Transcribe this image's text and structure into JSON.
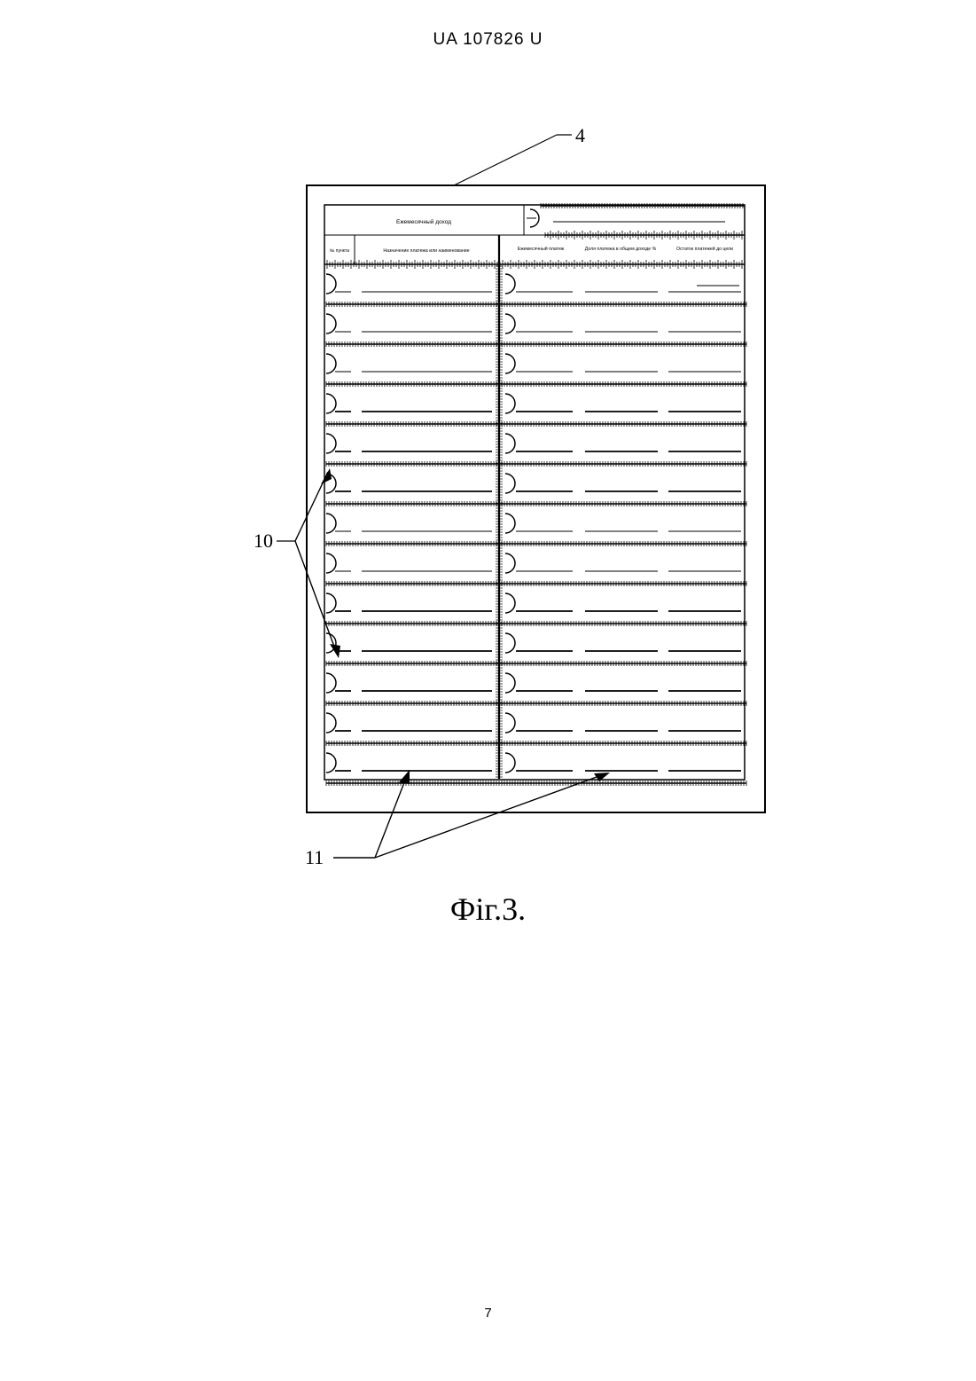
{
  "header": {
    "patent_id": "UA   107826   U"
  },
  "figure": {
    "ref_labels": {
      "sheet": "4",
      "pockets": "10",
      "grooves": "11"
    },
    "form": {
      "title_cell": "Ежемесячный доход",
      "columns": [
        "№ пункта",
        "Назначение платежа или наименование",
        "Ежемесячный платеж",
        "Доля платежа в общем доходе %",
        "Остаток платежей до цели"
      ]
    },
    "caption": "Фіг.3."
  },
  "footer": {
    "page_number": "7"
  },
  "colors": {
    "ink": "#000000",
    "line_gray": "#555555",
    "background": "#ffffff"
  }
}
